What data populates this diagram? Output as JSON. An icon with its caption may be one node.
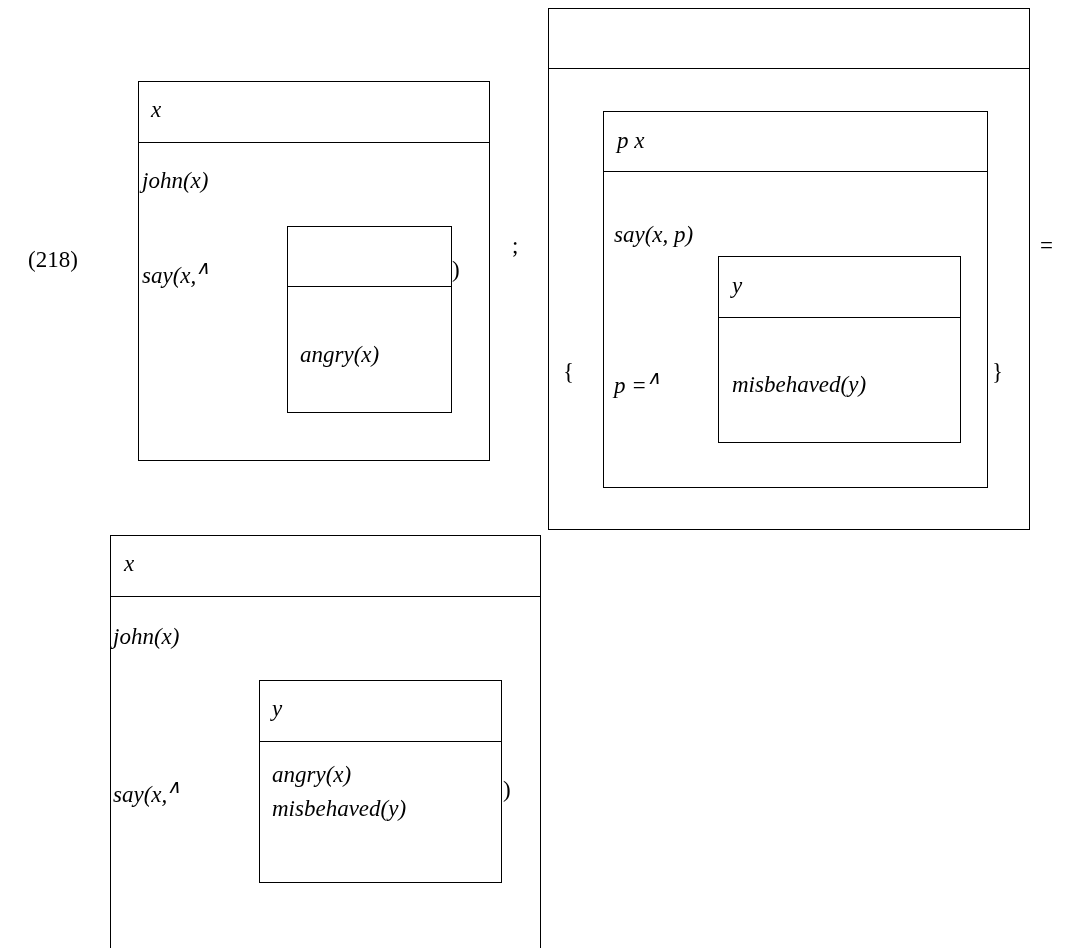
{
  "diagram": {
    "nodes": [
      {
        "text": [
          "x",
          "john(x)",
          "say(x,$^{∧}$",
          ")"
        ]
      },
      {
        "text": [
          "angry(x)"
        ],
        "in": 0
      },
      {
        "text": [
          "{",
          "}"
        ]
      },
      {
        "text": [
          "p x",
          "say(x, p)",
          "p =$^{∧}$"
        ],
        "in": 2
      },
      {
        "text": [
          "y",
          "misbehaved(y)"
        ],
        "in": 3
      },
      {
        "text": [
          "x",
          "john(x)",
          "say(x,$^{∧}$",
          ")"
        ]
      },
      {
        "text": [
          "y",
          "angry(x)",
          "misbehaved(y)"
        ],
        "in": 5
      }
    ],
    "edges": [],
    "labels": [
      "(218)",
      ";",
      "="
    ]
  }
}
